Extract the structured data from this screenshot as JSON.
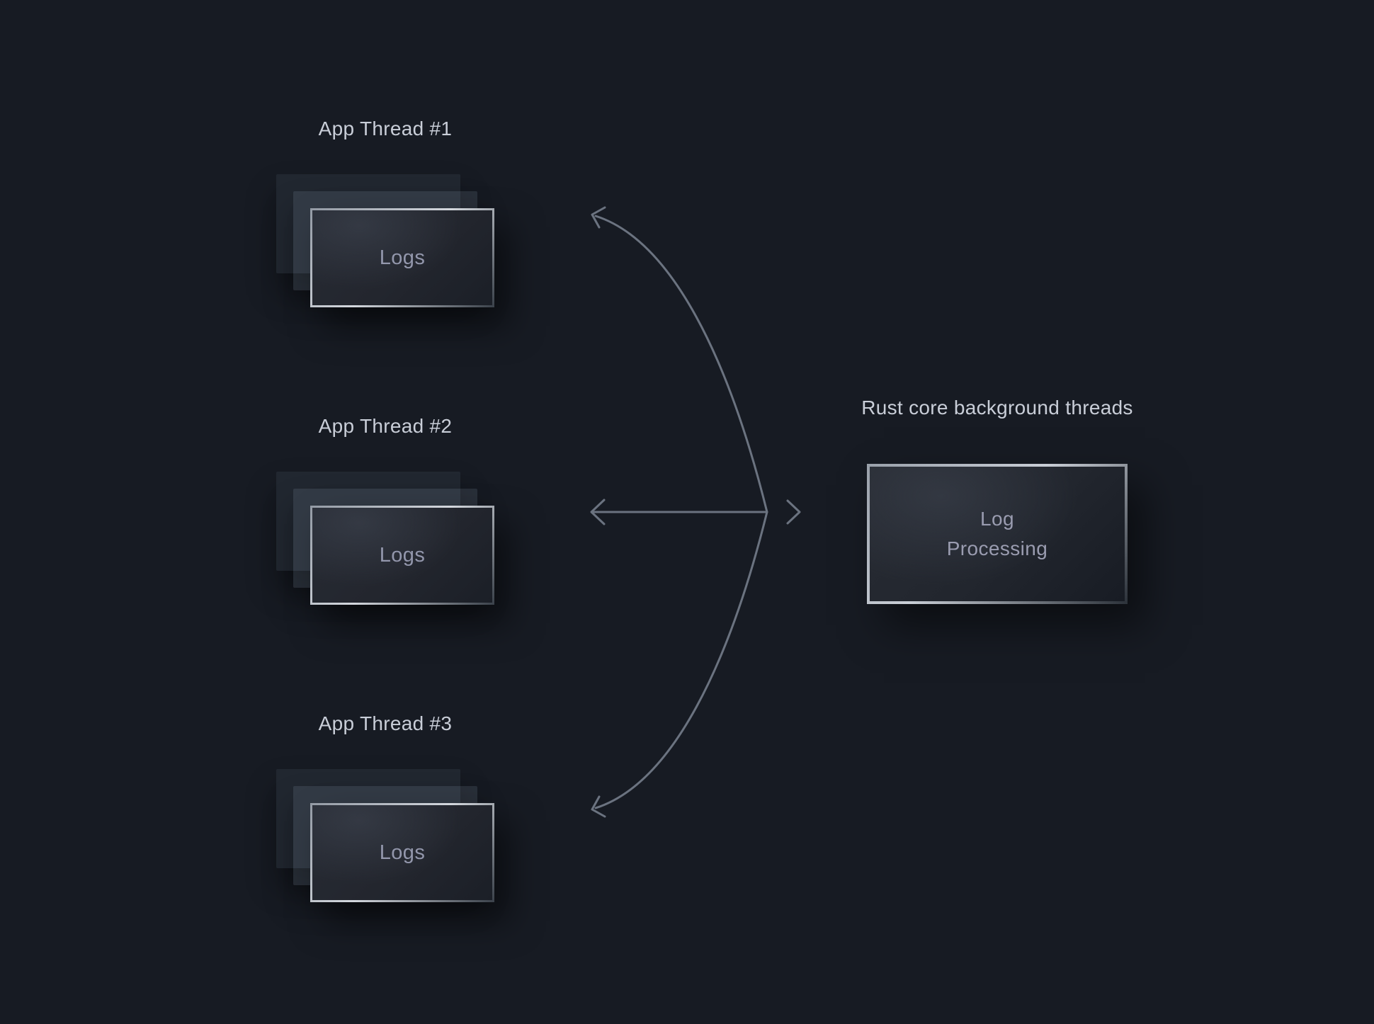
{
  "diagram": {
    "threads": [
      {
        "label": "App Thread #1",
        "card_label": "Logs"
      },
      {
        "label": "App Thread #2",
        "card_label": "Logs"
      },
      {
        "label": "App Thread #3",
        "card_label": "Logs"
      }
    ],
    "right": {
      "label": "Rust core background threads",
      "box_label": "Log\nProcessing"
    },
    "colors": {
      "background": "#171b23",
      "arrow": "#6b7380",
      "label_text": "#c9ced8",
      "card_text": "#9397ac",
      "card_border_light": "#d3d7dd",
      "card_border_dark": "#3c434c"
    }
  }
}
